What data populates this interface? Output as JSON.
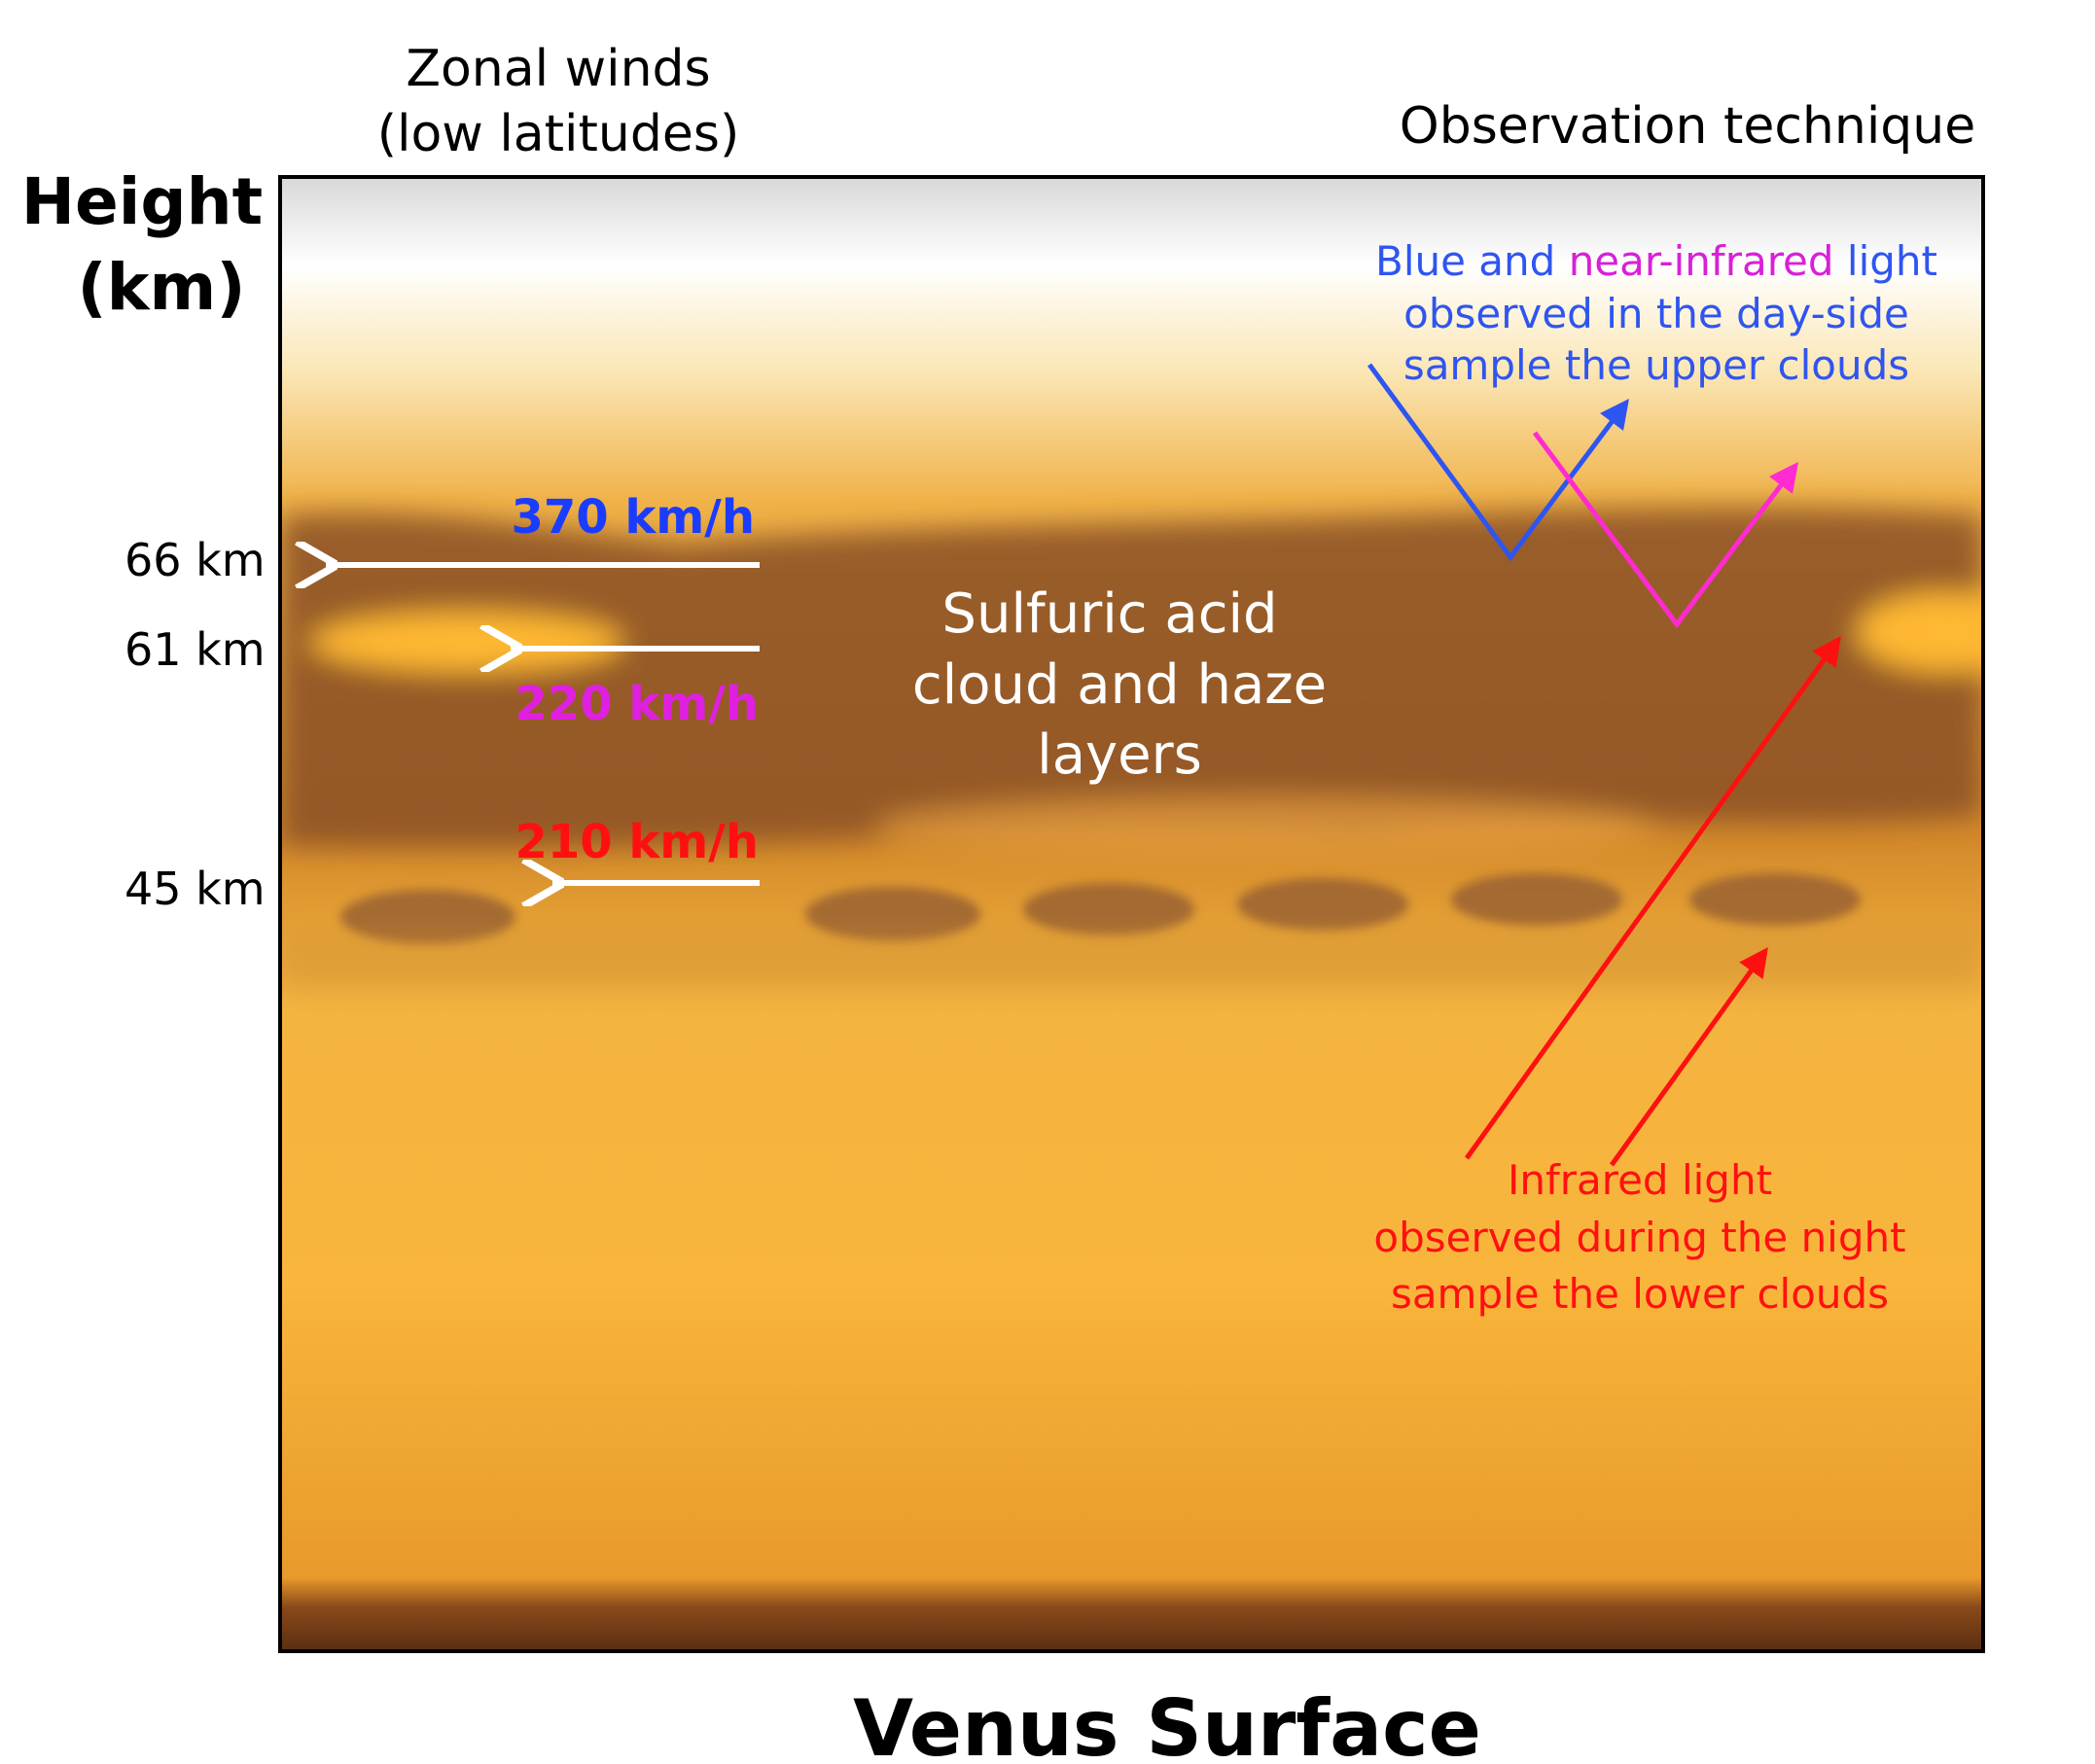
{
  "headers": {
    "zonal_winds_line1": "Zonal winds",
    "zonal_winds_line2": "(low latitudes)",
    "observation": "Observation technique",
    "height_line1": "Height",
    "height_line2": "(km)",
    "surface": "Venus Surface"
  },
  "altitudes": [
    {
      "label": "66 km",
      "value_km": 66
    },
    {
      "label": "61 km",
      "value_km": 61
    },
    {
      "label": "45 km",
      "value_km": 45
    }
  ],
  "winds": [
    {
      "label": "370 km/h",
      "altitude_km": 66,
      "color": "#1a3cff"
    },
    {
      "label": "220 km/h",
      "altitude_km": 61,
      "color": "#e020e0"
    },
    {
      "label": "210 km/h",
      "altitude_km": 45,
      "color": "#ff1010"
    }
  ],
  "cloud_label": [
    "Sulfuric acid",
    "cloud and haze",
    "layers"
  ],
  "day_side": {
    "line1_part1": "Blue and ",
    "line1_part2": "near-infrared",
    "line1_part3": " light",
    "line2": "observed in the day-side",
    "line3": "sample the upper clouds",
    "blue_color": "#2f55f0",
    "nir_color": "#d820d8"
  },
  "night_side": {
    "line1": "Infrared light",
    "line2": "observed during the night",
    "line3": "sample the lower clouds",
    "color": "#ff1010"
  }
}
